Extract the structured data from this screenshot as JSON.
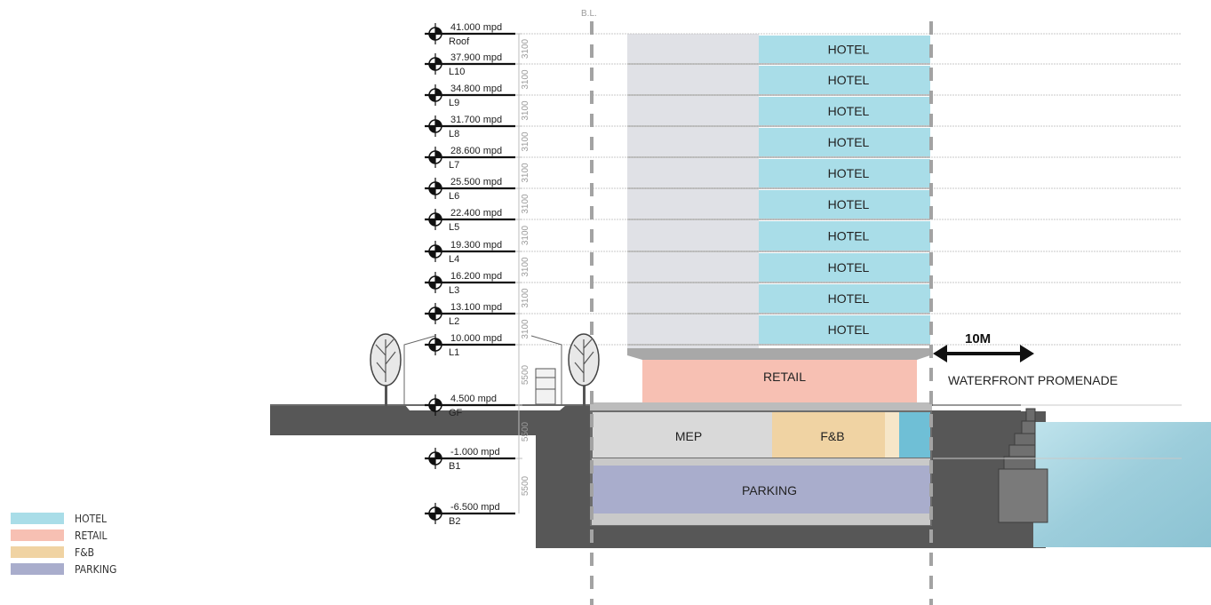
{
  "levels": [
    {
      "name": "Roof",
      "elevation": "41.000 mpd"
    },
    {
      "name": "L10",
      "elevation": "37.900 mpd"
    },
    {
      "name": "L9",
      "elevation": "34.800 mpd"
    },
    {
      "name": "L8",
      "elevation": "31.700 mpd"
    },
    {
      "name": "L7",
      "elevation": "28.600 mpd"
    },
    {
      "name": "L6",
      "elevation": "25.500 mpd"
    },
    {
      "name": "L5",
      "elevation": "22.400 mpd"
    },
    {
      "name": "L4",
      "elevation": "19.300 mpd"
    },
    {
      "name": "L3",
      "elevation": "16.200 mpd"
    },
    {
      "name": "L2",
      "elevation": "13.100 mpd"
    },
    {
      "name": "L1",
      "elevation": "10.000 mpd"
    },
    {
      "name": "GF",
      "elevation": "4.500 mpd"
    },
    {
      "name": "B1",
      "elevation": "-1.000 mpd"
    },
    {
      "name": "B2",
      "elevation": "-6.500 mpd"
    }
  ],
  "floor_heights": [
    "3100",
    "3100",
    "3100",
    "3100",
    "3100",
    "3100",
    "3100",
    "3100",
    "3100",
    "3100",
    "5500",
    "5500",
    "5500"
  ],
  "building_line_label": "B.L.",
  "hotel_label": "HOTEL",
  "retail_label": "RETAIL",
  "mep_label": "MEP",
  "fnb_label": "F&B",
  "parking_label": "PARKING",
  "setback_label": "10M",
  "promenade_label": "WATERFRONT PROMENADE",
  "legend": [
    {
      "label": "HOTEL",
      "color": "#a9dde8"
    },
    {
      "label": "RETAIL",
      "color": "#f7c0b3"
    },
    {
      "label": "F&B",
      "color": "#f0d3a3"
    },
    {
      "label": "PARKING",
      "color": "#a9adcc"
    }
  ],
  "colors": {
    "hotel": "#a9dde8",
    "retail": "#f7c0b3",
    "fnb": "#f0d3a3",
    "parking": "#a9adcc",
    "mep": "#d9d9d9",
    "tower_core": "#e0e1e6",
    "ground": "#575757",
    "water": "#a9d3df"
  }
}
